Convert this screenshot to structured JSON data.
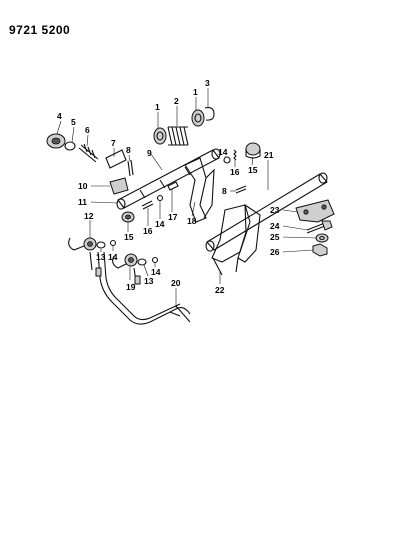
{
  "document_number": "9721 5200",
  "callouts": [
    "1",
    "2",
    "3",
    "4",
    "5",
    "6",
    "7",
    "8",
    "9",
    "10",
    "11",
    "12",
    "13",
    "14",
    "15",
    "16",
    "17",
    "18",
    "19",
    "20",
    "21",
    "22",
    "23",
    "24",
    "25",
    "26"
  ]
}
